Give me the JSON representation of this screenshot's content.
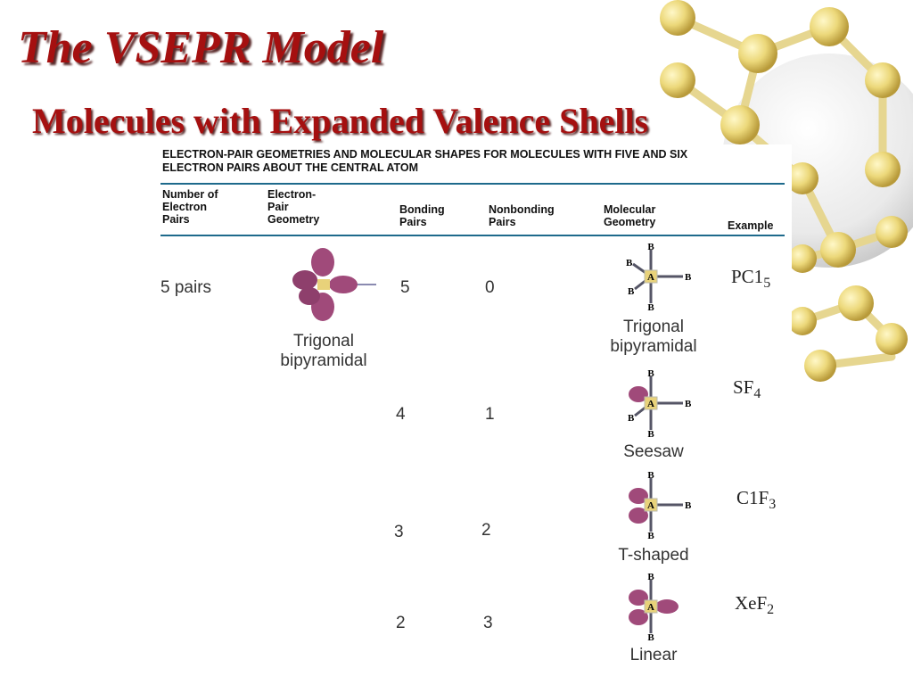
{
  "slide": {
    "title": "The VSEPR Model",
    "subtitle": "Molecules with Expanded Valence Shells"
  },
  "table": {
    "caption_line1": "ELECTRON-PAIR GEOMETRIES AND MOLECULAR SHAPES FOR MOLECULES WITH FIVE AND SIX",
    "caption_line2": "ELECTRON PAIRS ABOUT THE CENTRAL ATOM",
    "headers": {
      "num_pairs": [
        "Number of",
        "Electron",
        "Pairs"
      ],
      "ep_geometry": [
        "Electron-",
        "Pair",
        "Geometry"
      ],
      "bonding": [
        "Bonding",
        "Pairs"
      ],
      "nonbonding": [
        "Nonbonding",
        "Pairs"
      ],
      "mol_geometry": [
        "Molecular",
        "Geometry"
      ],
      "example": [
        "Example"
      ]
    },
    "group": {
      "num_pairs": "5 pairs",
      "ep_geometry_line1": "Trigonal",
      "ep_geometry_line2": "bipyramidal"
    },
    "rows": [
      {
        "bonding": "5",
        "nonbonding": "0",
        "geom1": "Trigonal",
        "geom2": "bipyramidal",
        "ex_main": "PC1",
        "ex_sub": "5"
      },
      {
        "bonding": "4",
        "nonbonding": "1",
        "geom1": "Seesaw",
        "geom2": "",
        "ex_main": "SF",
        "ex_sub": "4"
      },
      {
        "bonding": "3",
        "nonbonding": "2",
        "geom1": "T-shaped",
        "geom2": "",
        "ex_main": "C1F",
        "ex_sub": "3"
      },
      {
        "bonding": "2",
        "nonbonding": "3",
        "geom1": "Linear",
        "geom2": "",
        "ex_main": "XeF",
        "ex_sub": "2"
      }
    ],
    "atom_labels": {
      "bonded": "B",
      "central": "A"
    }
  },
  "colors": {
    "title": "#a51010",
    "rule": "#1e6a8c",
    "lone_pair": "#a04a7a",
    "central_atom": "#e8d27a"
  }
}
